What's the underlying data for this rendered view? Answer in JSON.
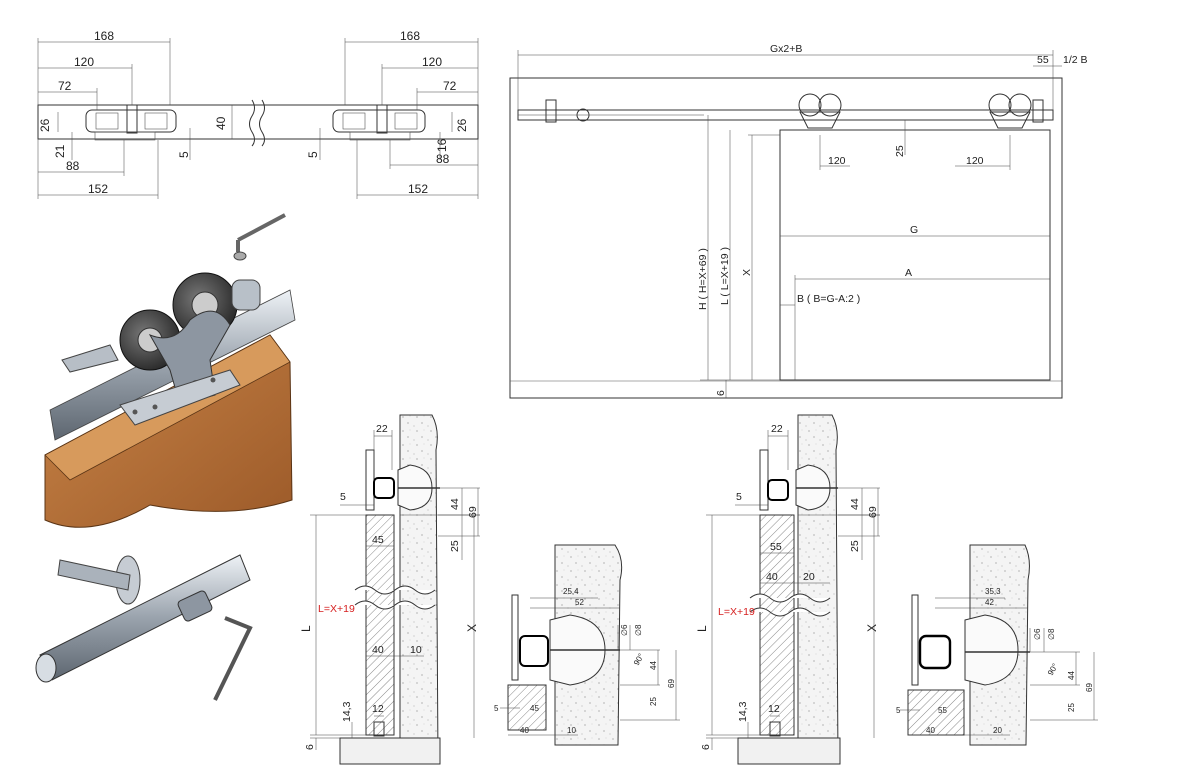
{
  "top_left_dims": {
    "d168_left": "168",
    "d120_left": "120",
    "d72_left": "72",
    "d26_left": "26",
    "d40": "40",
    "d21": "21",
    "d5_left": "5",
    "d88_left": "88",
    "d152_left": "152",
    "d168_right": "168",
    "d120_right": "120",
    "d72_right": "72",
    "d26_right": "26",
    "d5_right": "5",
    "d16": "16",
    "d88_right": "88",
    "d152_right": "152"
  },
  "front_view": {
    "gx2b": "Gx2+B",
    "d55": "55",
    "half_b": "1/2 B",
    "d120a": "120",
    "d25": "25",
    "d120b": "120",
    "g": "G",
    "a": "A",
    "x": "X",
    "b_formula": "B ( B=G-A:2 )",
    "h_formula": "H ( H=X+69 )",
    "l_formula": "L ( L=X+19 )",
    "d6": "6"
  },
  "section_a": {
    "d22": "22",
    "d5": "5",
    "d44": "44",
    "d69": "69",
    "d25": "25",
    "d45": "45",
    "l_eq": "L=X+19",
    "l": "L",
    "x": "X",
    "d40": "40",
    "d10": "10",
    "d14_3": "14,3",
    "d12": "12",
    "d6": "6"
  },
  "detail_a": {
    "d25_4": "25,4",
    "d52": "52",
    "phi6": "∅6",
    "phi8": "∅8",
    "deg90": "90°",
    "d44": "44",
    "d69": "69",
    "d25": "25",
    "d5": "5",
    "d45": "45",
    "d40": "40",
    "d10": "10"
  },
  "section_b": {
    "d22": "22",
    "d5": "5",
    "d44": "44",
    "d69": "69",
    "d25": "25",
    "d55": "55",
    "d40": "40",
    "d20": "20",
    "l_eq": "L=X+19",
    "l": "L",
    "x": "X",
    "d14_3": "14,3",
    "d12": "12",
    "d6": "6"
  },
  "detail_b": {
    "d35_3": "35,3",
    "d42": "42",
    "phi6": "∅6",
    "phi8": "∅8",
    "deg90": "90°",
    "d44": "44",
    "d69": "69",
    "d25": "25",
    "d5": "5",
    "d55": "55",
    "d40": "40",
    "d20": "20"
  },
  "colors": {
    "wood": "#b5713a",
    "metal": "#9aa3ad",
    "annotation_red": "#d62020"
  }
}
